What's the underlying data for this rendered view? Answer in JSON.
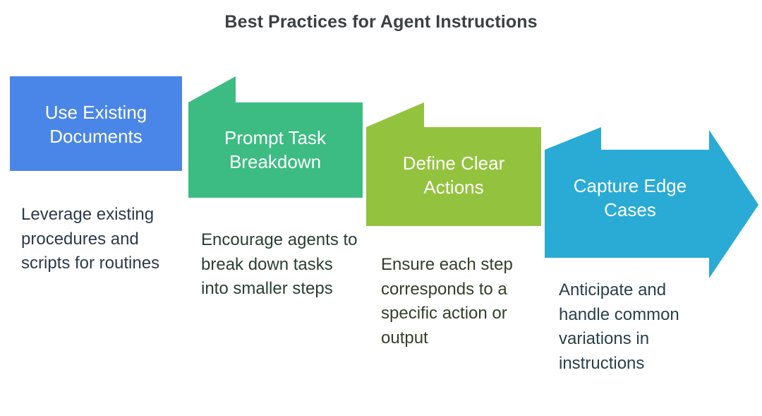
{
  "title": "Best Practices for Agent Instructions",
  "diagram": {
    "type": "process-chevron-staircase",
    "direction": "left-to-right descending",
    "stage_count": 4,
    "stages": [
      {
        "index": 1,
        "label": "Use Existing Documents",
        "label_line_1": "Use Existing",
        "label_line_2": "Documents",
        "caption": "Leverage existing procedures and scripts for routines",
        "color": "#4a86e8",
        "caption_color": "#2c3a4b",
        "shape": "rectangle"
      },
      {
        "index": 2,
        "label": "Prompt Task Breakdown",
        "label_line_1": "Prompt Task",
        "label_line_2": "Breakdown",
        "caption": "Encourage agents to break down tasks into smaller steps",
        "color": "#3cbc82",
        "caption_color": "#2b3f33",
        "shape": "chevron-with-tab"
      },
      {
        "index": 3,
        "label": "Define Clear Actions",
        "label_line_1": "Define Clear",
        "label_line_2": "Actions",
        "caption": "Ensure each step corresponds to a specific action or output",
        "color": "#93c33e",
        "caption_color": "#33402a",
        "shape": "chevron-with-tab"
      },
      {
        "index": 4,
        "label": "Capture Edge Cases",
        "label_line_1": "Capture Edge",
        "label_line_2": "Cases",
        "caption": "Anticipate and handle common variations in instructions",
        "color": "#29abd6",
        "caption_color": "#29404a",
        "shape": "arrow-with-tab"
      }
    ]
  },
  "colors": {
    "background": "#ffffff",
    "title": "#3c4043",
    "stage_label_text": "#ffffff"
  }
}
